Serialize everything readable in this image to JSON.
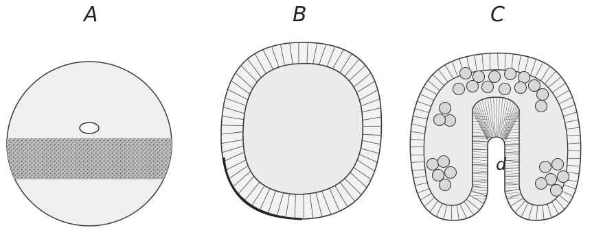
{
  "figure": {
    "panels": [
      {
        "label": "A"
      },
      {
        "label": "B"
      },
      {
        "label": "C",
        "inner_label": "d"
      }
    ]
  },
  "colors": {
    "ink": "#3a3a3a",
    "fill": "#ececec",
    "cell_fill": "#f2f2f2",
    "shading": "#555555"
  }
}
